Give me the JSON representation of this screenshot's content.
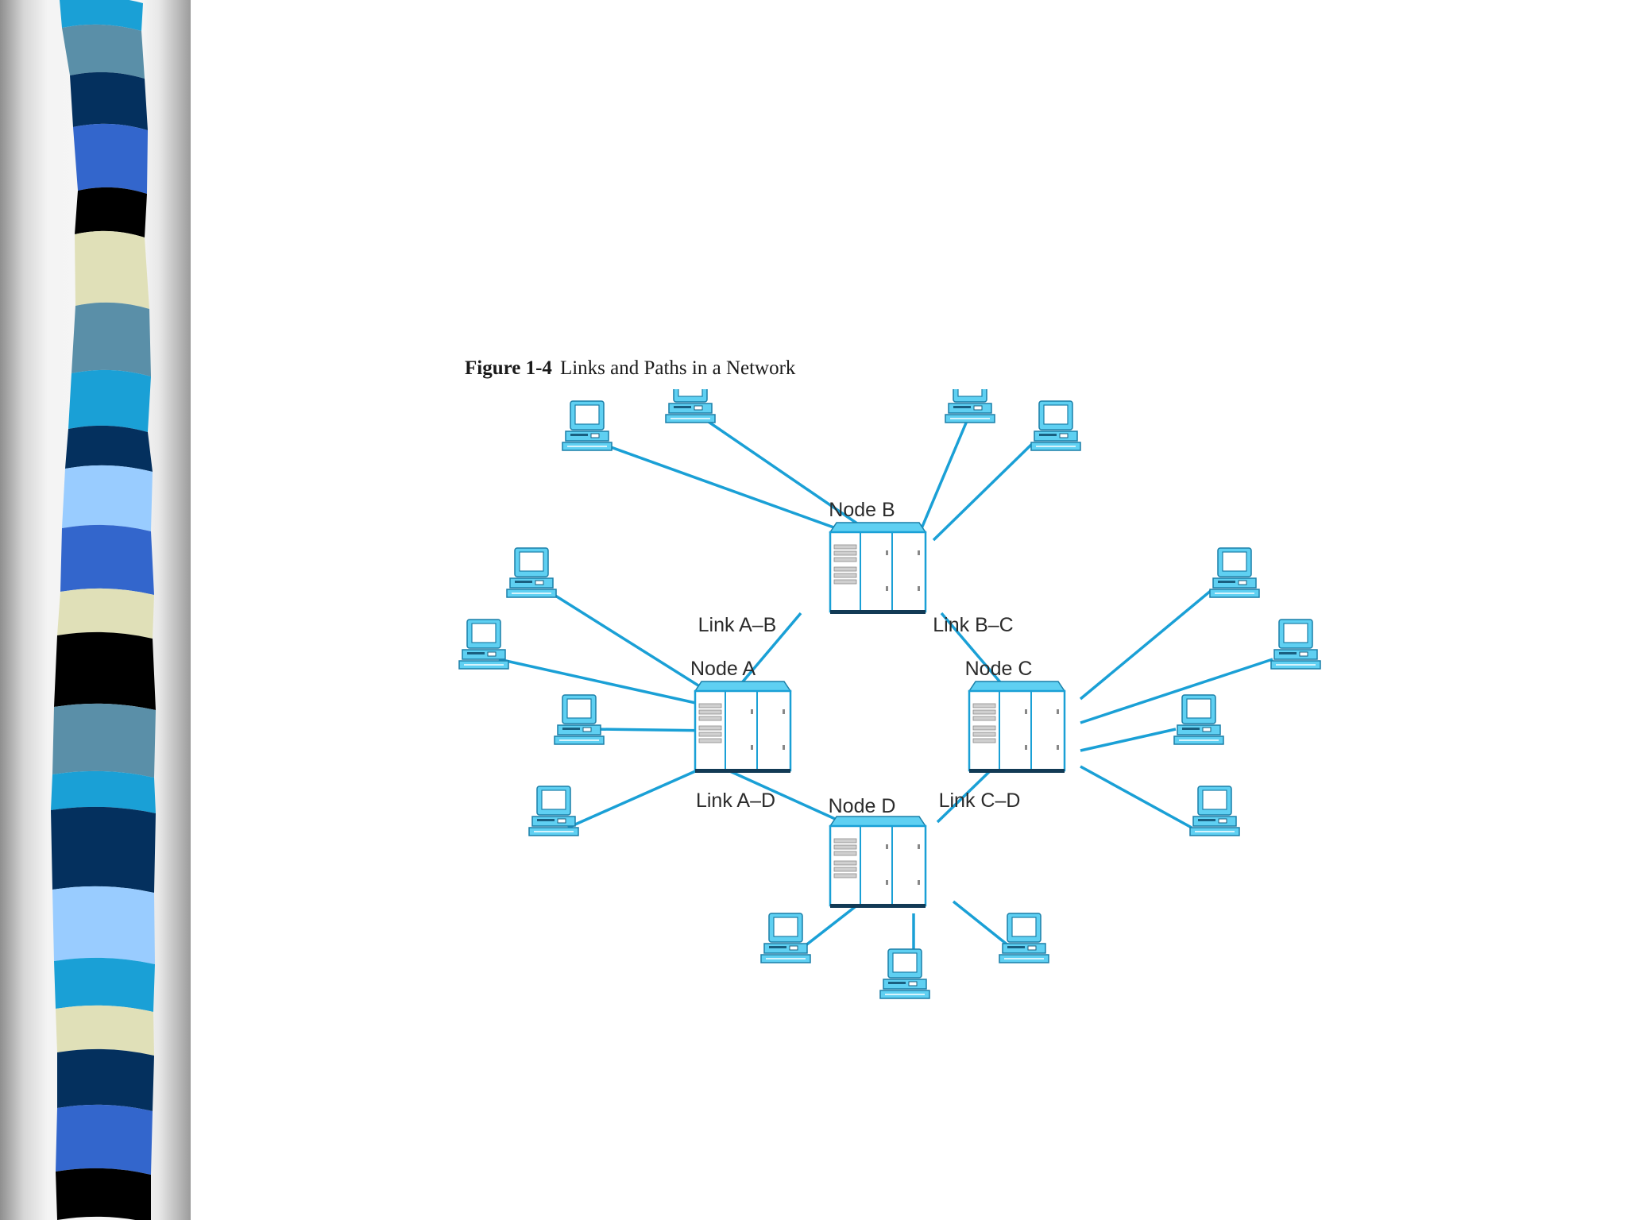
{
  "slide": {
    "figure_number": "Figure 1-4",
    "figure_title": "Links and Paths in a Network"
  },
  "sidebar": {
    "stripe_colors": [
      "#1aa0d6",
      "#5a8fa8",
      "#04305e",
      "#3366cc",
      "#000000",
      "#e0e0b8",
      "#5a8fa8",
      "#1aa0d6",
      "#04305e",
      "#99ccff",
      "#3366cc",
      "#e0e0b8",
      "#000000",
      "#5a8fa8",
      "#1aa0d6",
      "#04305e",
      "#99ccff",
      "#1aa0d6",
      "#e0e0b8",
      "#04305e",
      "#3366cc",
      "#000000"
    ]
  },
  "diagram": {
    "nodes": [
      {
        "id": "A",
        "label": "Node A"
      },
      {
        "id": "B",
        "label": "Node B"
      },
      {
        "id": "C",
        "label": "Node C"
      },
      {
        "id": "D",
        "label": "Node D"
      }
    ],
    "links": [
      {
        "id": "AB",
        "label": "Link A–B",
        "from": "A",
        "to": "B"
      },
      {
        "id": "BC",
        "label": "Link B–C",
        "from": "B",
        "to": "C"
      },
      {
        "id": "AD",
        "label": "Link A–D",
        "from": "A",
        "to": "D"
      },
      {
        "id": "CD",
        "label": "Link C–D",
        "from": "C",
        "to": "D"
      }
    ],
    "terminals": {
      "A": 4,
      "B": 4,
      "C": 4,
      "D": 3
    },
    "line_color": "#1aa0d6",
    "device_color": "#5fd0f2"
  }
}
